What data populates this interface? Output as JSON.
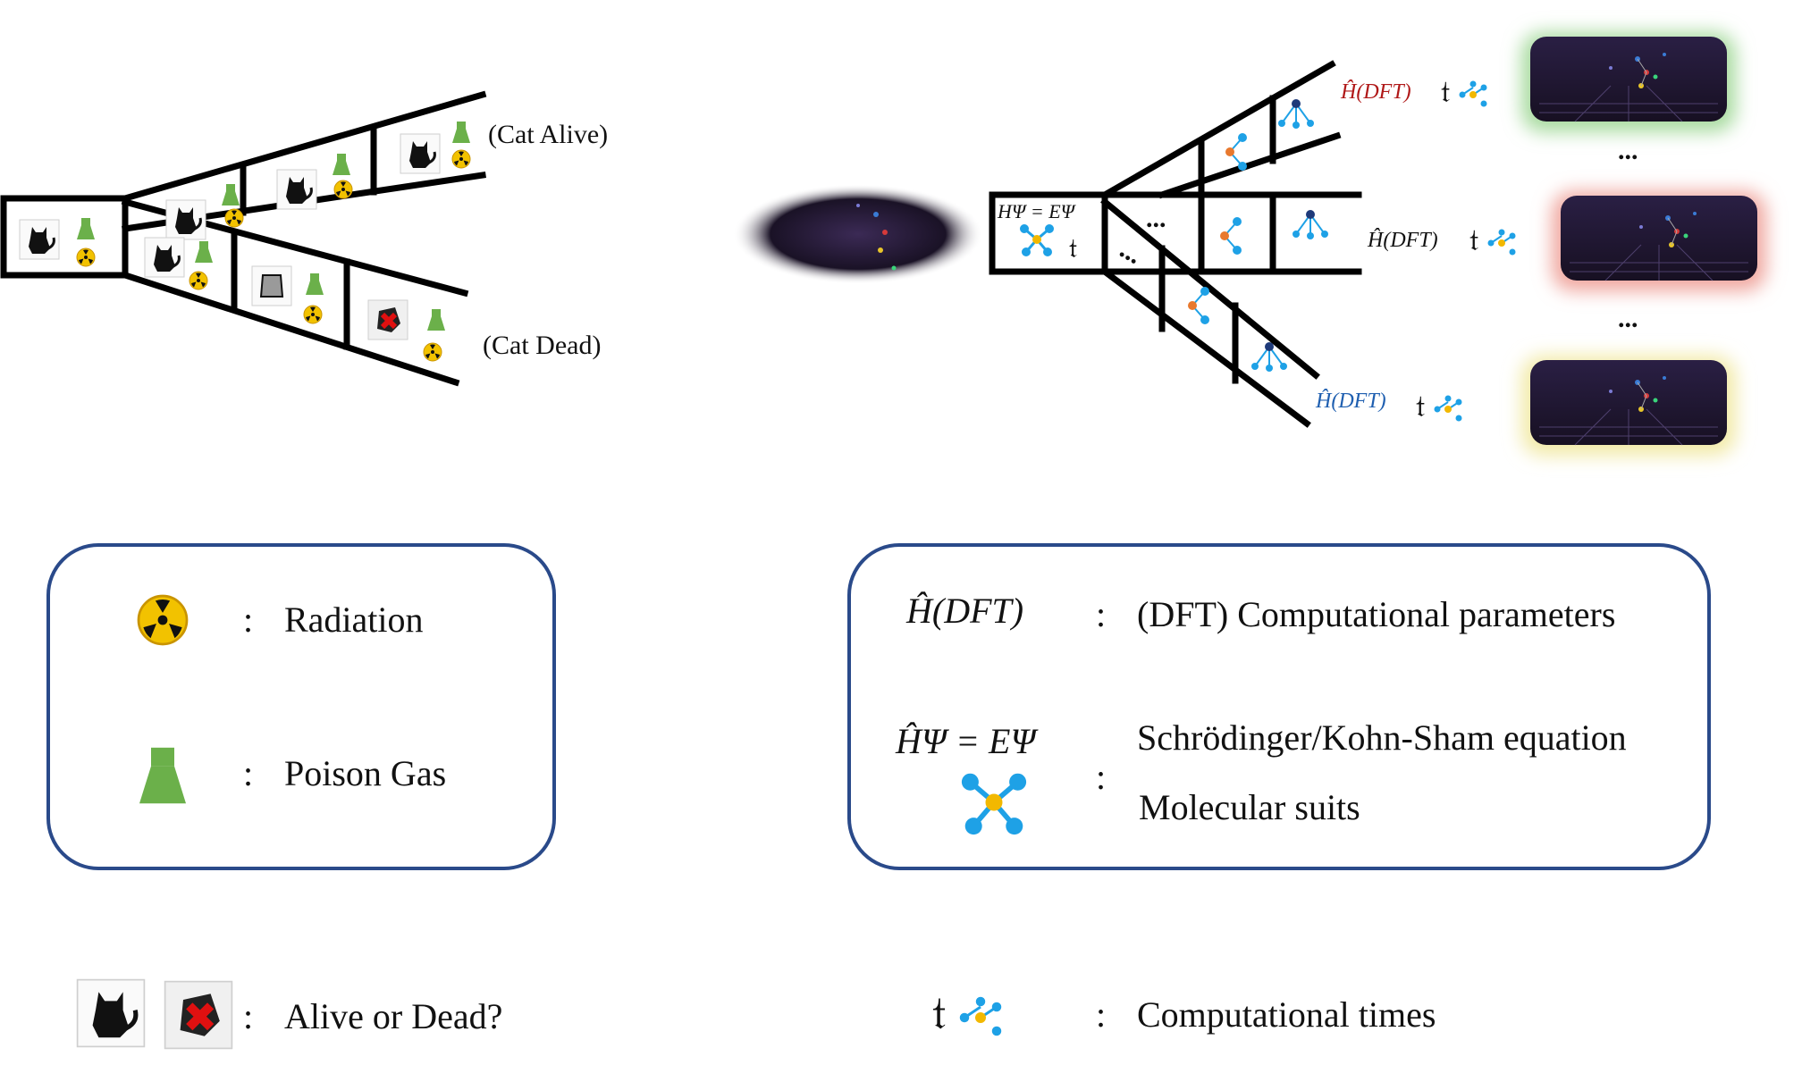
{
  "top_left": {
    "label_alive": "(Cat Alive)",
    "label_dead": "(Cat Dead)"
  },
  "top_right": {
    "hamiltonian_box": "HΨ = EΨ",
    "dft_label": "Ĥ(DFT)",
    "dft_top_color": "#b01818",
    "dft_mid_color": "#222222",
    "dft_bot_color": "#1f5fb0",
    "ellipsis": "..."
  },
  "legend_left": {
    "items": [
      {
        "icon": "radiation-icon",
        "colon": ":",
        "label": "Radiation"
      },
      {
        "icon": "poison-gas-icon",
        "colon": ":",
        "label": "Poison Gas"
      }
    ]
  },
  "legend_right": {
    "items": [
      {
        "symbol": "Ĥ(DFT)",
        "colon": ":",
        "label": "(DFT) Computational parameters"
      },
      {
        "symbol": "ĤΨ = EΨ",
        "colon": ":",
        "label": "Schrödinger/Kohn-Sham equation"
      },
      {
        "symbol": "molecule-icon",
        "label": "Molecular suits"
      }
    ]
  },
  "bottom_left": {
    "colon": ":",
    "label": "Alive or Dead?"
  },
  "bottom_right": {
    "colon": ":",
    "label": "Computational times"
  },
  "colors": {
    "radiation": "#f2c200",
    "gas": "#6bb04a",
    "molecule_blue": "#1ea1e6",
    "molecule_center": "#f2b800",
    "molecule_orange": "#e8792e",
    "molecule_navy": "#1e3a7a",
    "legend_border": "#2a4a8a",
    "glow_green": "#a9dba0",
    "glow_red": "#f0a8a0",
    "glow_yellow": "#f2eaa8"
  }
}
